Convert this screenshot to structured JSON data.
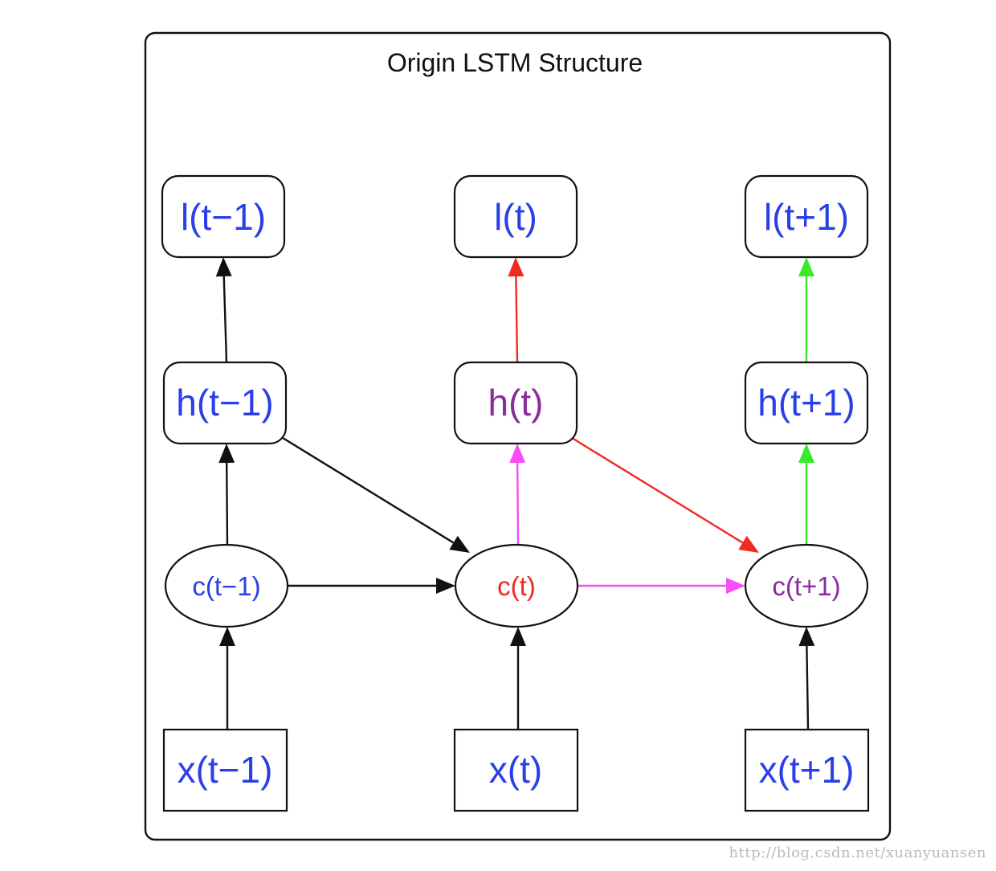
{
  "title": "Origin LSTM Structure",
  "colors": {
    "blue": "#2a3fe8",
    "red": "#f02a1e",
    "purple": "#8a2c9c",
    "magenta": "#f74df2",
    "green": "#38ea2a",
    "black": "#111111"
  },
  "nodes": {
    "l_prev": {
      "label": "l(t−1)",
      "color": "blue"
    },
    "l_cur": {
      "label": "l(t)",
      "color": "blue"
    },
    "l_next": {
      "label": "l(t+1)",
      "color": "blue"
    },
    "h_prev": {
      "label": "h(t−1)",
      "color": "blue"
    },
    "h_cur": {
      "label": "h(t)",
      "color": "purple"
    },
    "h_next": {
      "label": "h(t+1)",
      "color": "blue"
    },
    "c_prev": {
      "label": "c(t−1)",
      "color": "blue"
    },
    "c_cur": {
      "label": "c(t)",
      "color": "red"
    },
    "c_next": {
      "label": "c(t+1)",
      "color": "purple"
    },
    "x_prev": {
      "label": "x(t−1)",
      "color": "blue"
    },
    "x_cur": {
      "label": "x(t)",
      "color": "blue"
    },
    "x_next": {
      "label": "x(t+1)",
      "color": "blue"
    }
  },
  "edges": [
    {
      "from": "h_prev",
      "to": "l_prev",
      "color": "black"
    },
    {
      "from": "h_cur",
      "to": "l_cur",
      "color": "red"
    },
    {
      "from": "h_next",
      "to": "l_next",
      "color": "green"
    },
    {
      "from": "c_prev",
      "to": "h_prev",
      "color": "black"
    },
    {
      "from": "c_cur",
      "to": "h_cur",
      "color": "magenta"
    },
    {
      "from": "c_next",
      "to": "h_next",
      "color": "green"
    },
    {
      "from": "x_prev",
      "to": "c_prev",
      "color": "black"
    },
    {
      "from": "x_cur",
      "to": "c_cur",
      "color": "black"
    },
    {
      "from": "x_next",
      "to": "c_next",
      "color": "black"
    },
    {
      "from": "c_prev",
      "to": "c_cur",
      "color": "black"
    },
    {
      "from": "c_cur",
      "to": "c_next",
      "color": "magenta"
    },
    {
      "from": "h_prev",
      "to": "c_cur",
      "color": "black"
    },
    {
      "from": "h_cur",
      "to": "c_next",
      "color": "red"
    }
  ],
  "watermark": "http://blog.csdn.net/xuanyuansen"
}
